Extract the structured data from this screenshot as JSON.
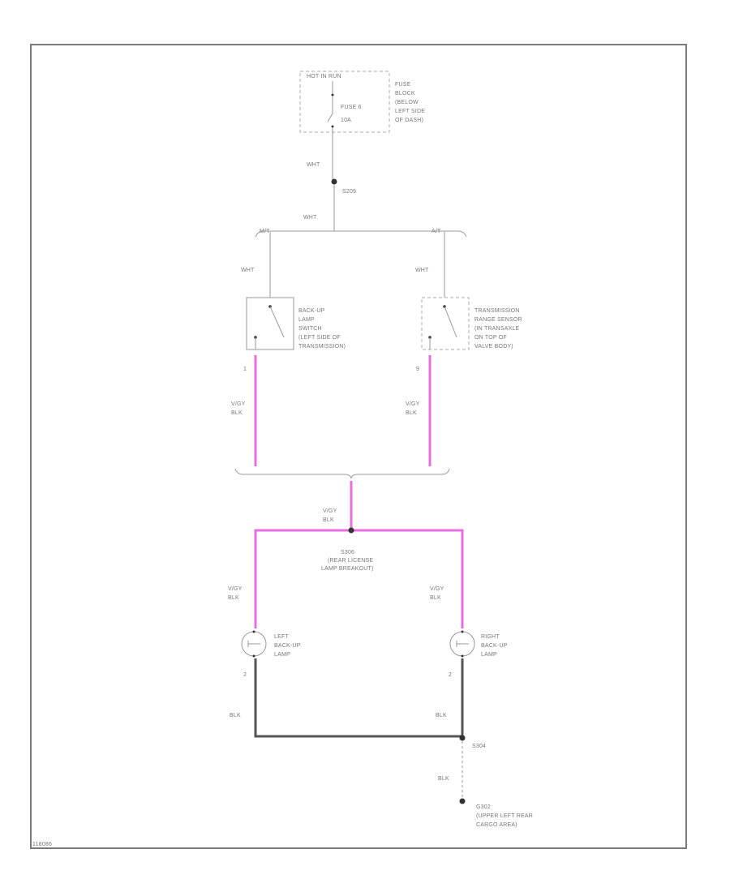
{
  "fuse": {
    "hot_label": "HOT IN RUN",
    "fuse_name": "FUSE 6",
    "fuse_rating": "10A",
    "location_lines": [
      "FUSE",
      "BLOCK",
      "(BELOW",
      "LEFT SIDE",
      "OF DASH)"
    ]
  },
  "splice_top": {
    "wire": "WHT",
    "name": "S209"
  },
  "bus": {
    "wire": "WHT",
    "left_label": "M/T",
    "right_label": "A/T"
  },
  "backup_switch": {
    "wire_in": "WHT",
    "label_lines": [
      "BACK-UP",
      "LAMP",
      "SWITCH",
      "(LEFT SIDE OF",
      "TRANSMISSION)"
    ],
    "pin": "1",
    "wire_out": [
      "V/GY",
      "BLK"
    ]
  },
  "range_sensor": {
    "wire_in": "WHT",
    "label_lines": [
      "TRANSMISSION",
      "RANGE SENSOR",
      "(IN TRANSAXLE",
      "ON TOP OF",
      "VALVE BODY)"
    ],
    "pin": "9",
    "wire_out": [
      "V/GY",
      "BLK"
    ]
  },
  "merge": {
    "wire": [
      "V/GY",
      "BLK"
    ]
  },
  "splice_rear": {
    "label_lines": [
      "S306",
      "(REAR LICENSE",
      "LAMP BREAKOUT)"
    ]
  },
  "left_lamp": {
    "wire_in": [
      "V/GY",
      "BLK"
    ],
    "label_lines": [
      "LEFT",
      "BACK-UP",
      "LAMP"
    ],
    "pin": "2",
    "wire_out": "BLK"
  },
  "right_lamp": {
    "wire_in": [
      "V/GY",
      "BLK"
    ],
    "label_lines": [
      "RIGHT",
      "BACK-UP",
      "LAMP"
    ],
    "pin": "2",
    "wire_out": "BLK"
  },
  "splice_ground": {
    "name": "S304",
    "wire": "BLK"
  },
  "ground": {
    "label_lines": [
      "G302",
      "(UPPER LEFT REAR",
      "CARGO AREA)"
    ]
  },
  "figure_id": "118086",
  "colors": {
    "violet_gray_wire": "#e66ee0",
    "black_wire": "#555555",
    "line": "#9a9a9a"
  }
}
